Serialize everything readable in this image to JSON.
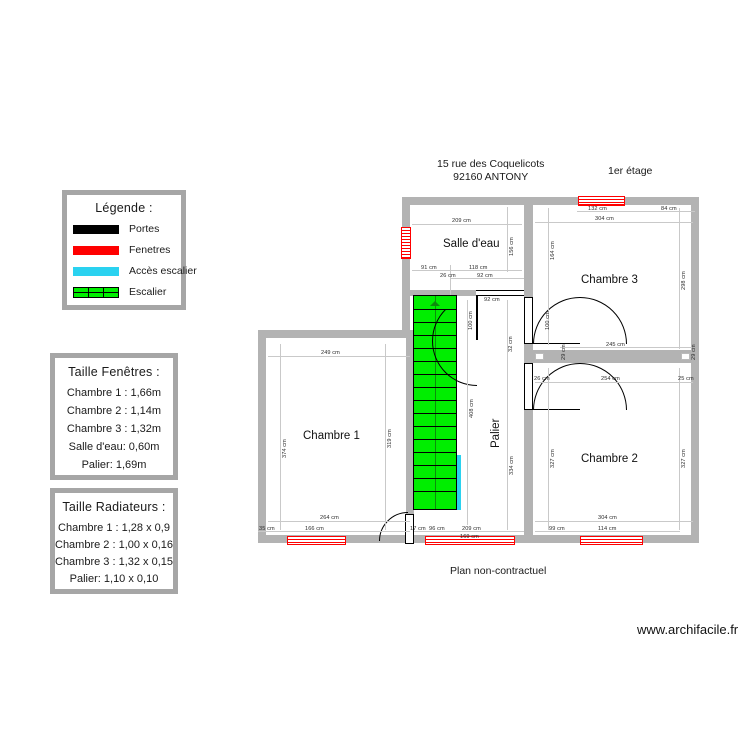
{
  "legend": {
    "title": "Légende :",
    "items": [
      {
        "label": "Portes",
        "icon": "door-swatch-icon",
        "color": "#000000"
      },
      {
        "label": "Fenetres",
        "icon": "window-swatch-icon",
        "color": "#ff0000"
      },
      {
        "label": "Accès escalier",
        "icon": "stairaccess-swatch-icon",
        "color": "#2ad2f0"
      },
      {
        "label": "Escalier",
        "icon": "stair-swatch-icon",
        "color": "#00ee00"
      }
    ]
  },
  "windows_panel": {
    "title": "Taille Fenêtres :",
    "lines": [
      "Chambre 1 : 1,66m",
      "Chambre 2 : 1,14m",
      "Chambre 3 : 1,32m",
      "Salle d'eau: 0,60m",
      "Palier: 1,69m"
    ]
  },
  "radiators_panel": {
    "title": "Taille Radiateurs :",
    "lines": [
      "Chambre 1 : 1,28 x 0,9",
      "Chambre 2 : 1,00 x 0,16",
      "Chambre 3 : 1,32 x 0,15",
      "Palier: 1,10 x 0,10"
    ]
  },
  "plan": {
    "address_line1": "15 rue des Coquelicots",
    "address_line2": "92160 ANTONY",
    "floor": "1er étage",
    "disclaimer": "Plan non-contractuel",
    "website": "www.archifacile.fr",
    "rooms": [
      {
        "name": "Chambre 1",
        "key": "chambre1"
      },
      {
        "name": "Chambre 2",
        "key": "chambre2"
      },
      {
        "name": "Chambre 3",
        "key": "chambre3"
      },
      {
        "name": "Salle d'eau",
        "key": "salle-deau"
      },
      {
        "name": "Palier",
        "key": "palier"
      }
    ],
    "dimensions": {
      "sdb_top": "209 cm",
      "sdb_right_v": "156 cm",
      "sdb_b_left": "91 cm",
      "sdb_b_right": "118 cm",
      "sdb_b_26": "26 cm",
      "sdb_b_92": "92 cm",
      "ch3_win": "132 cm",
      "ch3_win_right": "84 cm",
      "ch3_top": "304 cm",
      "ch3_left_v": "164 cm",
      "ch3_right_v": "298 cm",
      "ch3_bottom": "245 cm",
      "ch3_b_left_v": "29 cm",
      "ch3_b_right_v": "29 cm",
      "ch2_top": "254 cm",
      "ch2_t_left": "26 cm",
      "ch2_t_right": "25 cm",
      "ch2_left_v": "327 cm",
      "ch2_right_v": "327 cm",
      "ch2_bottom": "304 cm",
      "ch2_b_left": "99 cm",
      "ch2_b_win": "114 cm",
      "ch1_top": "249 cm",
      "ch1_left_v": "374 cm",
      "ch1_right_v": "319 cm",
      "ch1_bottom": "264 cm",
      "ch1_b_left": "35 cm",
      "ch1_b_win": "166 cm",
      "palier_door_top": "92 cm",
      "palier_door_v": "100 cm",
      "palier_32": "32 cm",
      "palier_408": "408 cm",
      "palier_334": "334 cm",
      "palier_b_96": "96 cm",
      "palier_b_209": "209 cm",
      "palier_b_169": "169 cm",
      "ch3_door_v": "100 cm",
      "ch1_b_17": "17 cm"
    }
  }
}
